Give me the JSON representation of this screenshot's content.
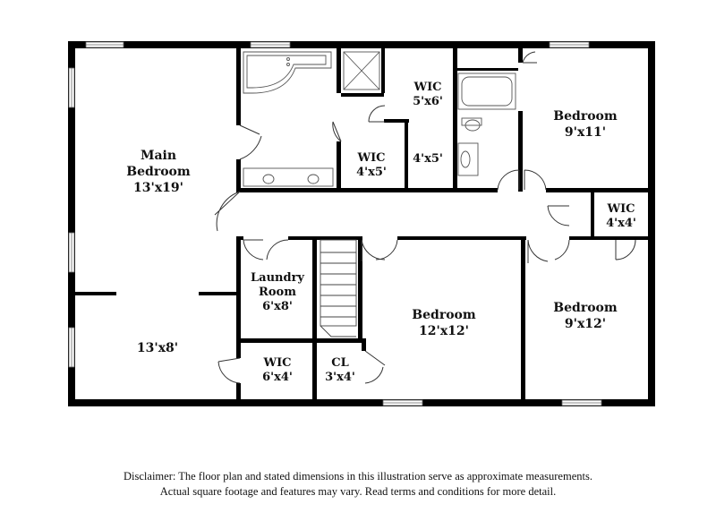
{
  "rooms": {
    "main_bedroom": {
      "name": "Main",
      "name2": "Bedroom",
      "dims": "13'x19'"
    },
    "main_extension": {
      "dims": "13'x8'"
    },
    "wic_center": {
      "name": "WIC",
      "dims": "4'x5'"
    },
    "wic_top": {
      "name": "WIC",
      "dims": "5'x6'"
    },
    "closet_4x5": {
      "dims": "4'x5'"
    },
    "bedroom_ne": {
      "name": "Bedroom",
      "dims": "9'x11'"
    },
    "wic_east": {
      "name": "WIC",
      "dims": "4'x4'"
    },
    "laundry": {
      "name": "Laundry",
      "name2": "Room",
      "dims": "6'x8'"
    },
    "bedroom_center": {
      "name": "Bedroom",
      "dims": "12'x12'"
    },
    "bedroom_se": {
      "name": "Bedroom",
      "dims": "9'x12'"
    },
    "wic_south": {
      "name": "WIC",
      "dims": "6'x4'"
    },
    "closet_south": {
      "name": "CL",
      "dims": "3'x4'"
    }
  },
  "disclaimer": {
    "line1": "Disclaimer: The floor plan and stated dimensions in this illustration serve as approximate measurements.",
    "line2": "Actual square footage and features may vary. Read terms and conditions for more detail."
  }
}
